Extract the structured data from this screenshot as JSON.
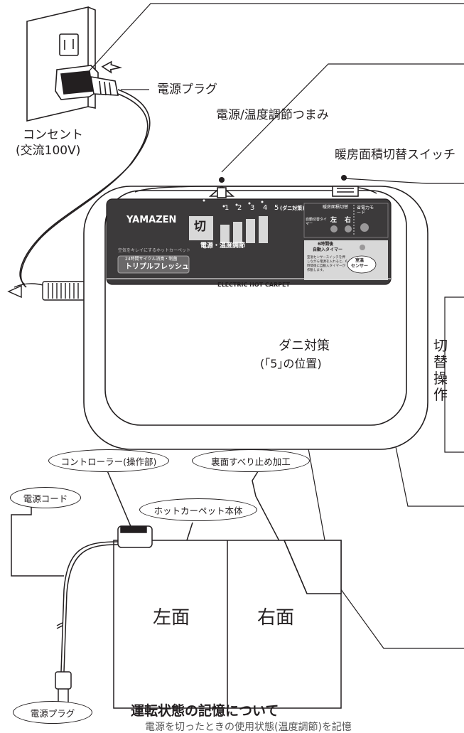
{
  "labels": {
    "outlet": "コンセント",
    "outlet_ac": "(交流100V)",
    "plug": "電源プラグ",
    "knob": "電源/温度調節つまみ",
    "area_switch": "暖房面積切替スイッチ",
    "mite": "ダニ対策",
    "mite_position": "(｢5｣の位置)",
    "vertical_side": "切替操作"
  },
  "panel": {
    "brand": "YAMAZEN",
    "off": "切",
    "scale": [
      "1",
      "2",
      "3",
      "4",
      "5"
    ],
    "mite_note": "(ダニ対策)",
    "dial_label": "電源・温度調節",
    "triple_tagline": "空気をキレイにするホットカーペット",
    "triple_cycle": "24時間サイクル消臭・制菌",
    "triple_name": "トリプルフレッシュ",
    "area_title": "暖房面積切替",
    "left": "左",
    "right": "右",
    "timer_side": "自動切替タイマー",
    "power_mode": "省電力モード",
    "auto_off_title_1": "6時間後",
    "auto_off_title_2": "自動入タイマー",
    "sensor_text": "室温センサースイッチを押しながら電源を入れると、6時間後に自動入タイマーが作動します。",
    "sensor_button_1": "室温",
    "sensor_button_2": "センサー",
    "footer": "ELECTRIC HOT CARPET"
  },
  "diagram": {
    "controller": "コントローラー(操作部)",
    "anti_slip": "裏面すべり止め加工",
    "cord": "電源コード",
    "body": "ホットカーペット本体",
    "left_side": "左面",
    "right_side": "右面",
    "plug": "電源プラグ"
  },
  "section_title": "運転状態の記憶について",
  "cut_off_text": "電源を切ったときの使用状態(温度調節)を記憶"
}
